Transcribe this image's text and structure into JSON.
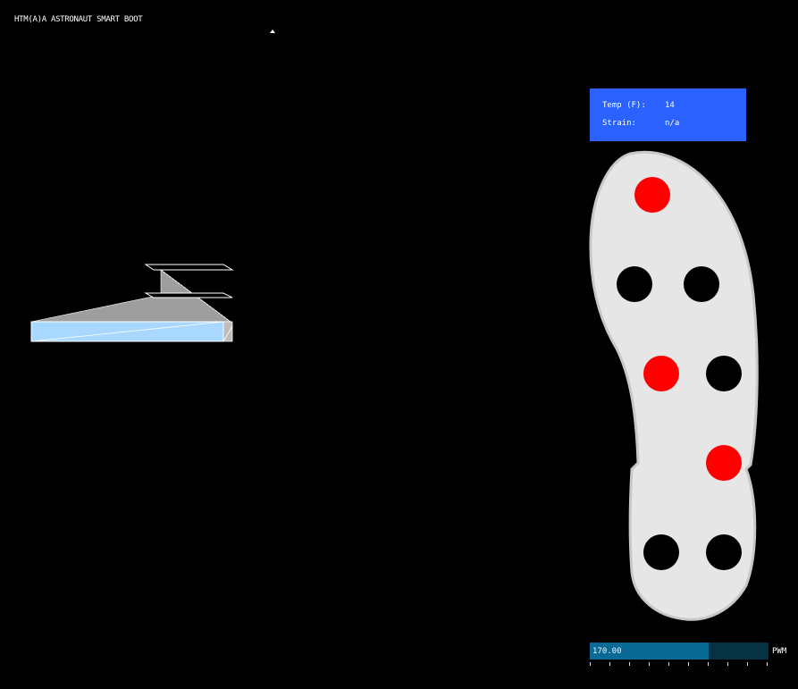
{
  "app": {
    "title": "HTM(A)A ASTRONAUT SMART BOOT"
  },
  "info_panel": {
    "temp_label": "Temp (F):",
    "temp_value": "14",
    "strain_label": "Strain:",
    "strain_value": "n/a",
    "color": "#2a61ff"
  },
  "sensors": [
    {
      "id": 1,
      "active": true
    },
    {
      "id": 2,
      "active": false
    },
    {
      "id": 3,
      "active": false
    },
    {
      "id": 4,
      "active": true
    },
    {
      "id": 5,
      "active": false
    },
    {
      "id": 6,
      "active": true
    },
    {
      "id": 7,
      "active": false
    },
    {
      "id": 8,
      "active": false
    }
  ],
  "colors": {
    "active": "#ff0000",
    "inactive": "#000000",
    "sole": "#e6e6e6",
    "model_blue": "#a8d8ff",
    "model_gray": "#a0a0a0"
  },
  "pwm_slider": {
    "value_text": "170.00",
    "value": 170,
    "max": 255,
    "unit": "PWM"
  }
}
